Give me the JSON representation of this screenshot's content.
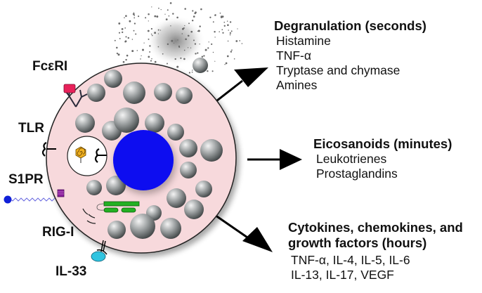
{
  "receptors": {
    "fceri": "FcεRI",
    "tlr": "TLR",
    "s1pr": "S1PR",
    "rigi": "RIG-I",
    "il33": "IL-33"
  },
  "outputs": [
    {
      "heading": "Degranulation (seconds)",
      "items": [
        "Histamine",
        "TNF-α",
        "Tryptase and chymase",
        "Amines"
      ]
    },
    {
      "heading": "Eicosanoids (minutes)",
      "items": [
        "Leukotrienes",
        "Prostaglandins"
      ]
    },
    {
      "heading_lines": [
        "Cytokines, chemokines, and",
        "growth factors (hours)"
      ],
      "items": [
        "TNF-α, IL-4, IL-5, IL-6",
        "IL-13, IL-17, VEGF"
      ]
    }
  ],
  "colors": {
    "cell_cytoplasm": "#f7d9dc",
    "nucleus": "#0a0af0",
    "fceri_antigen": "#e8215a",
    "s1pr_receptor": "#8a1e9a",
    "s1p_ligand": "#1020d8",
    "il33_ligand": "#30c4e0",
    "virus": "#f0b020",
    "rna": "#22b022",
    "granule": "#7a7f80"
  }
}
